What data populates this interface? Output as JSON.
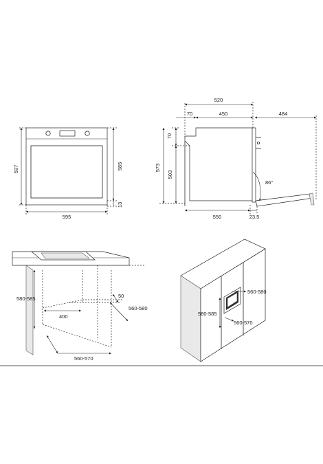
{
  "front_view": {
    "width": "595",
    "height": "597",
    "height_inner": "585",
    "bottom_gap": "13"
  },
  "side_view": {
    "depth_top": "520",
    "top_left": "70",
    "top_inner": "450",
    "door_open": "484",
    "left_70": "70",
    "h_573": "573",
    "h_503": "503",
    "angle": "86°",
    "bottom_550": "550",
    "bottom_235": "23.5"
  },
  "undercounter": {
    "h_580_585": "580-585",
    "w_400": "400",
    "d_50": "50",
    "w_560_580": "560-580",
    "w_560_570": "560-570"
  },
  "column": {
    "w_560_580": "560-580",
    "h_580_585": "580-585",
    "w_560_570": "560-570"
  }
}
